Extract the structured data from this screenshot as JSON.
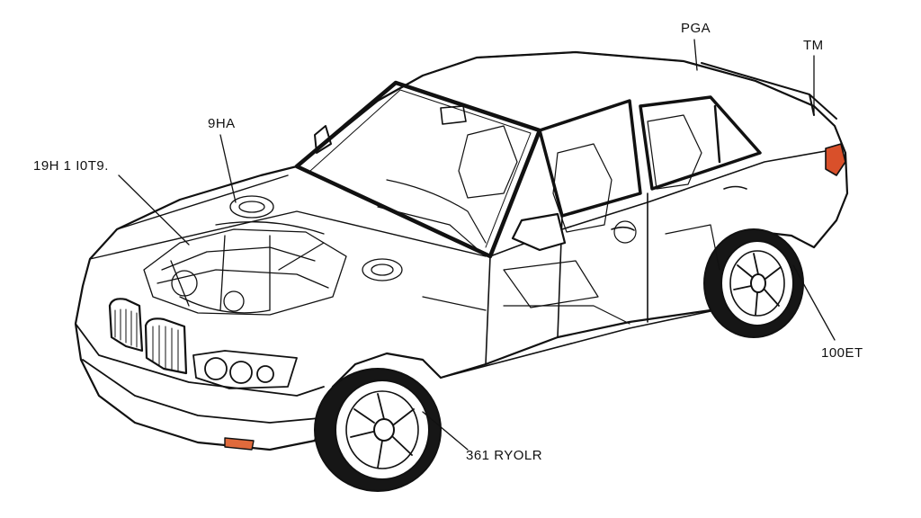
{
  "diagram": {
    "subject": "sedan cutaway line drawing",
    "colors": {
      "line": "#111111",
      "background": "#ffffff",
      "tail_light": "#d9502a",
      "fog_light": "#e06a3c"
    },
    "callouts": [
      {
        "id": "pga",
        "text": "PGA"
      },
      {
        "id": "tm",
        "text": "TM"
      },
      {
        "id": "9ha",
        "text": "9HA"
      },
      {
        "id": "19h",
        "text": "19H 1 I0T9."
      },
      {
        "id": "100et",
        "text": "100ET"
      },
      {
        "id": "361",
        "text": "361 RYOLR"
      }
    ]
  }
}
